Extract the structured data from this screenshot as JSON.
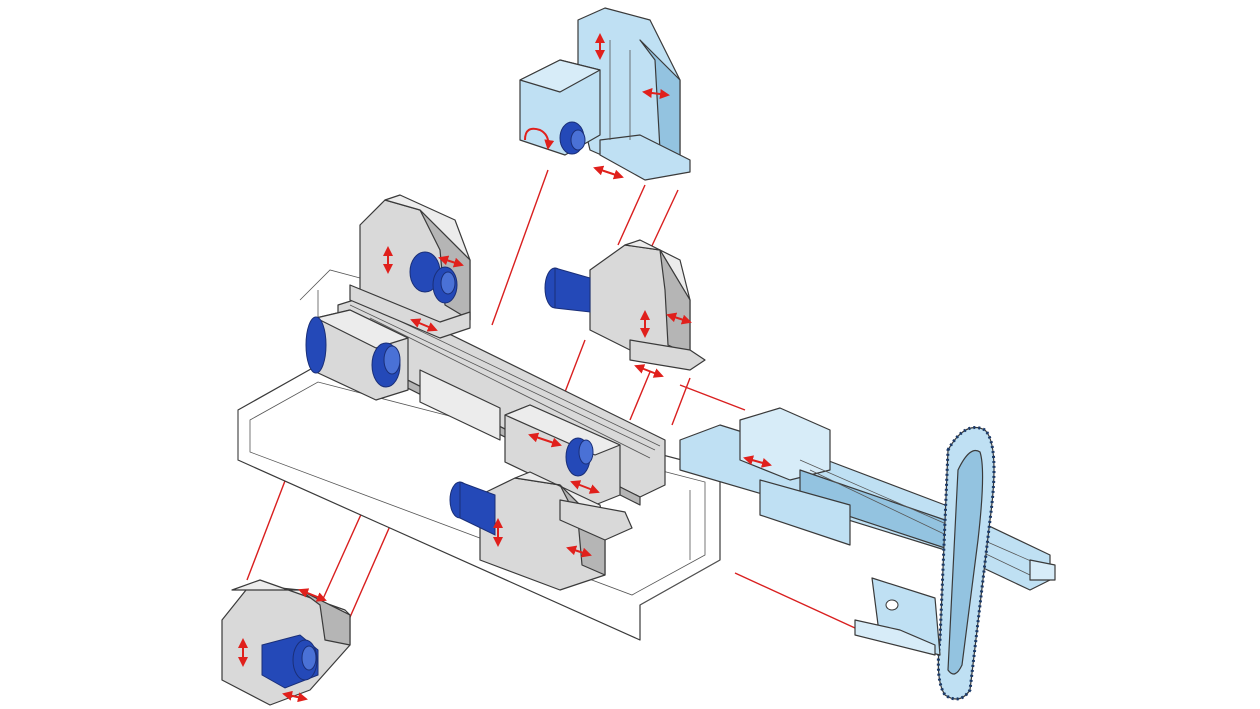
{
  "diagram": {
    "kind": "exploded-isometric-machine-view",
    "labels": []
  },
  "colors": {
    "background": "#ffffff",
    "machine_grey": "#d9d9d9",
    "machine_grey_dark": "#b5b5b5",
    "machine_grey_light": "#ececec",
    "unit_light_blue": "#bfe0f3",
    "unit_light_blue_dark": "#93c3e0",
    "spindle_blue": "#2449b8",
    "spindle_blue_light": "#4a71d6",
    "motion_arrow": "#e0201c",
    "explode_line": "#d91f1f",
    "outline": "#3a3a3a"
  },
  "components": [
    {
      "id": "machine-bed",
      "color_role": "machine_grey"
    },
    {
      "id": "headstock-main-spindle",
      "color_role": "machine_grey"
    },
    {
      "id": "counter-spindle-carriage",
      "color_role": "machine_grey"
    },
    {
      "id": "upper-left-turret-slide",
      "color_role": "machine_grey"
    },
    {
      "id": "upper-right-turret-slide",
      "color_role": "machine_grey"
    },
    {
      "id": "lower-center-turret-slide",
      "color_role": "machine_grey"
    },
    {
      "id": "lower-left-turret-slide",
      "color_role": "machine_grey"
    },
    {
      "id": "milling-head-unit",
      "color_role": "unit_light_blue"
    },
    {
      "id": "bar-loader-unit",
      "color_role": "unit_light_blue"
    },
    {
      "id": "chip-conveyor-chain",
      "color_role": "unit_light_blue"
    }
  ],
  "motion_arrows": [
    {
      "id": "milling-head-vertical",
      "type": "linear"
    },
    {
      "id": "milling-head-horizontal",
      "type": "linear"
    },
    {
      "id": "milling-head-rotary",
      "type": "rotary"
    },
    {
      "id": "milling-head-base-slide",
      "type": "linear"
    },
    {
      "id": "upper-left-slide-vertical",
      "type": "linear"
    },
    {
      "id": "upper-left-slide-horizontal",
      "type": "linear"
    },
    {
      "id": "upper-left-slide-base",
      "type": "linear"
    },
    {
      "id": "upper-right-slide-vertical",
      "type": "linear"
    },
    {
      "id": "upper-right-slide-horizontal",
      "type": "linear"
    },
    {
      "id": "upper-right-slide-base",
      "type": "linear"
    },
    {
      "id": "counter-spindle-travel",
      "type": "linear"
    },
    {
      "id": "lower-center-slide-vertical",
      "type": "linear"
    },
    {
      "id": "lower-center-slide-horizontal",
      "type": "linear"
    },
    {
      "id": "lower-center-slide-base",
      "type": "linear"
    },
    {
      "id": "lower-left-slide-vertical",
      "type": "linear"
    },
    {
      "id": "lower-left-slide-horizontal",
      "type": "linear"
    },
    {
      "id": "lower-left-slide-base",
      "type": "linear"
    },
    {
      "id": "bar-loader-pusher",
      "type": "linear"
    }
  ]
}
